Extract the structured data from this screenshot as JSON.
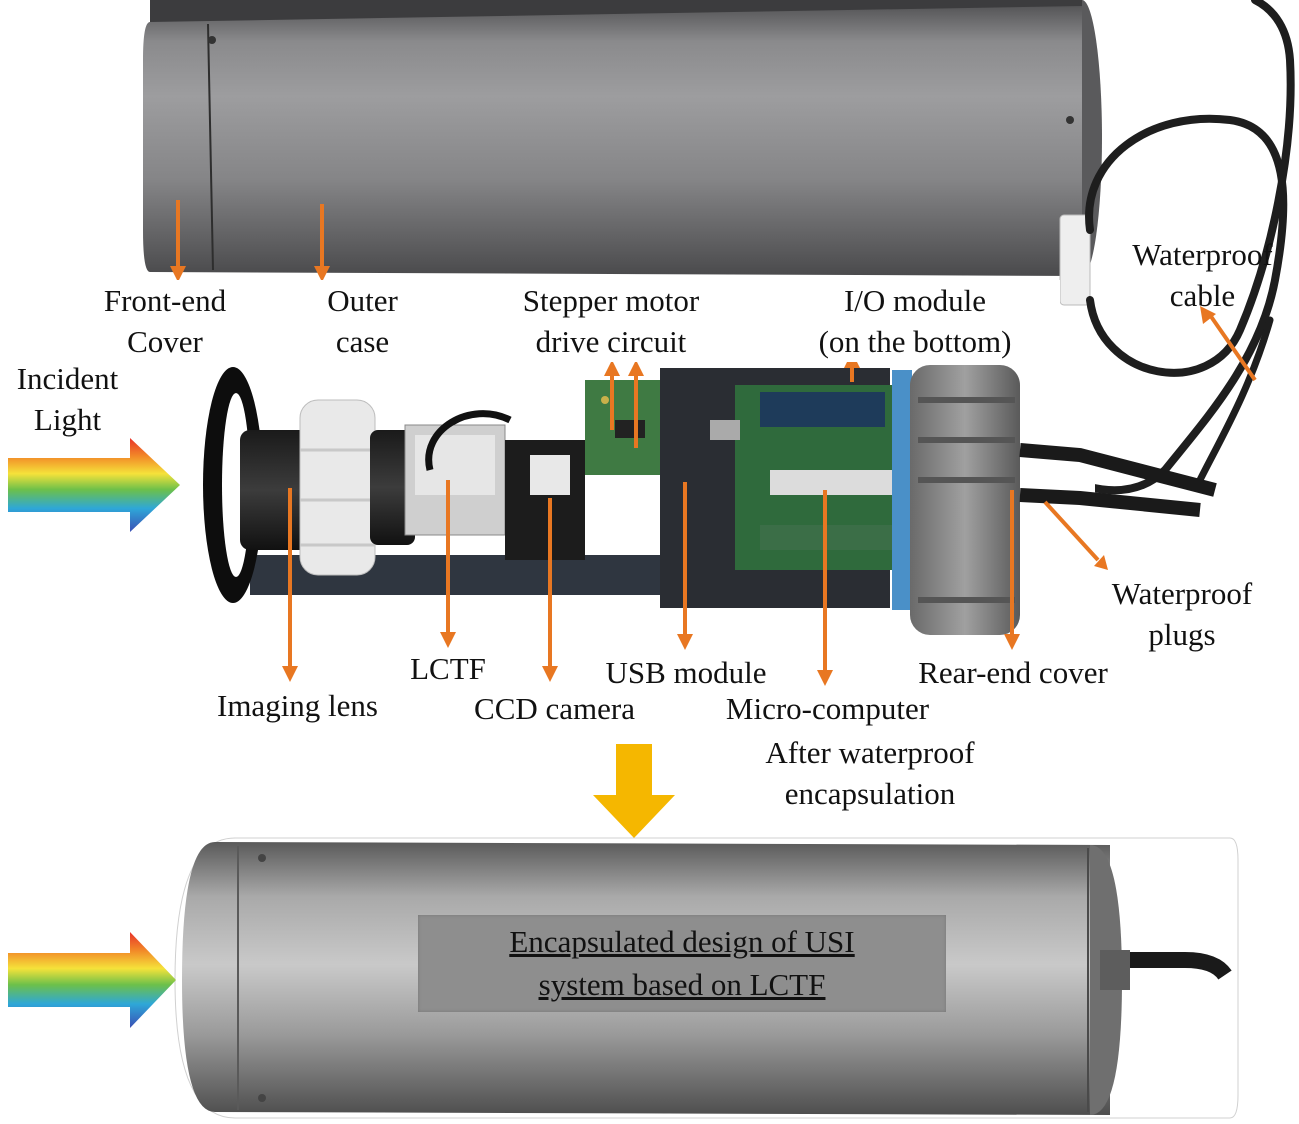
{
  "labels": {
    "front_end_cover": [
      "Front-end",
      "Cover"
    ],
    "outer_case": [
      "Outer",
      "case"
    ],
    "stepper_motor": [
      "Stepper motor",
      "drive circuit"
    ],
    "io_module": [
      "I/O module",
      "(on the bottom)"
    ],
    "waterproof_cable": [
      "Waterproof",
      "cable"
    ],
    "incident_light": [
      "Incident",
      "Light"
    ],
    "waterproof_plugs": [
      "Waterproof",
      "plugs"
    ],
    "lctf": "LCTF",
    "usb_module": "USB module",
    "rear_end_cover": "Rear-end cover",
    "imaging_lens": "Imaging lens",
    "ccd_camera": "CCD camera",
    "micro_computer": "Micro-computer",
    "after_encapsulation": [
      "After waterproof",
      "encapsulation"
    ]
  },
  "caption": [
    "Encapsulated design of USI",
    "system based on LCTF"
  ],
  "colors": {
    "pointer_arrow": "#e87722",
    "transition_arrow": "#f5b700",
    "caption_box": "#8e8e8e"
  },
  "icons": [
    "spectrum-arrow-icon",
    "down-arrow-icon"
  ]
}
